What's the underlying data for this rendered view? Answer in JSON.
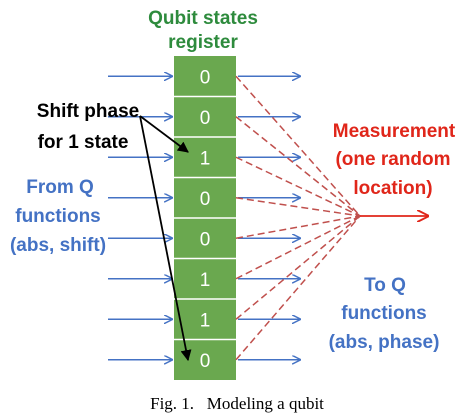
{
  "register": {
    "title_line1": "Qubit states",
    "title_line2": "register",
    "cells": [
      "0",
      "0",
      "1",
      "0",
      "0",
      "1",
      "1",
      "0"
    ],
    "fill_color": "#6aa84f",
    "cell_text_color": "#ffffff",
    "title_color": "#2e8b3d"
  },
  "shift_label": {
    "line1": "Shift phase",
    "line2": "for 1 state"
  },
  "from_label": {
    "line1": "From Q",
    "line2": "functions",
    "line3": "(abs, shift)",
    "color": "#4472c4"
  },
  "measurement_label": {
    "line1": "Measurement",
    "line2": "(one random",
    "line3": "location)",
    "color": "#e0261a"
  },
  "to_label": {
    "line1": "To Q",
    "line2": "functions",
    "line3": "(abs, phase)",
    "color": "#4472c4"
  },
  "caption": "Fig. 1.   Modeling a qubit",
  "colors": {
    "arrow_blue": "#4472c4",
    "dashed_red": "#c0504d",
    "arrow_red": "#e0261a",
    "arrow_black": "#000000"
  }
}
